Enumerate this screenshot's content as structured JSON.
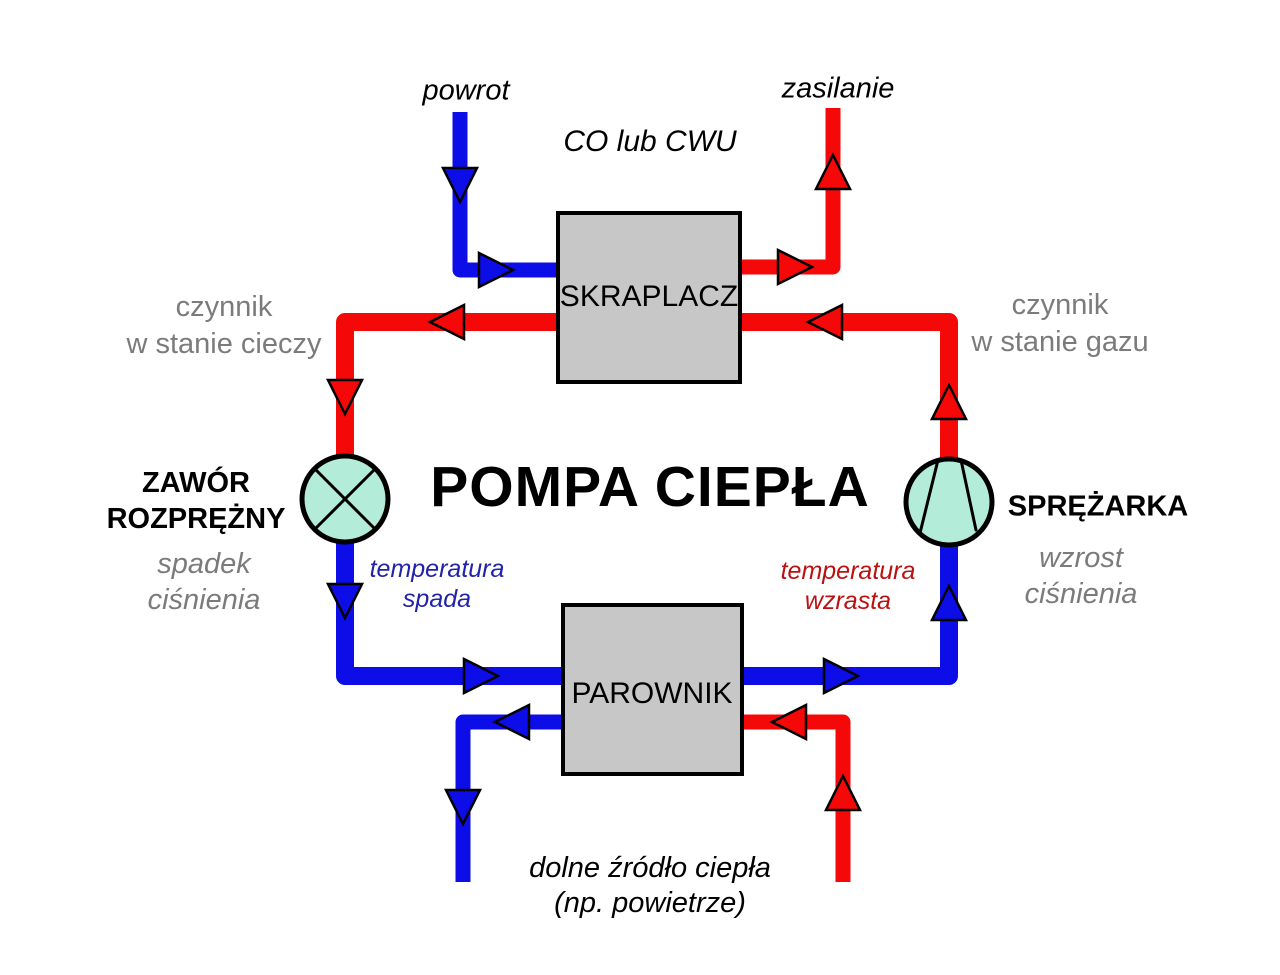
{
  "title": "POMPA CIEPŁA",
  "colors": {
    "hot_pipe": "#f40808",
    "cold_pipe": "#0d0de8",
    "component_fill": "#b3ecd9",
    "box_fill": "#c7c7c7",
    "muted_text": "#7b7b7b",
    "cold_text": "#2222aa",
    "hot_text": "#bb1111"
  },
  "top_circuit": {
    "return_label": "powrot",
    "supply_label": "zasilanie",
    "system_label": "CO lub CWU"
  },
  "components": {
    "condenser": "SKRAPLACZ",
    "evaporator": "PAROWNIK",
    "compressor": "SPRĘŻARKA",
    "expansion_valve": {
      "line1": "ZAWÓR",
      "line2": "ROZPRĘŻNY"
    }
  },
  "state_labels": {
    "liquid": {
      "line1": "czynnik",
      "line2": "w stanie cieczy"
    },
    "gas": {
      "line1": "czynnik",
      "line2": "w stanie gazu"
    }
  },
  "process_labels": {
    "pressure_drop": {
      "line1": "spadek",
      "line2": "ciśnienia"
    },
    "pressure_rise": {
      "line1": "wzrost",
      "line2": "ciśnienia"
    },
    "temp_drop": {
      "line1": "temperatura",
      "line2": "spada"
    },
    "temp_rise": {
      "line1": "temperatura",
      "line2": "wzrasta"
    }
  },
  "bottom_circuit": {
    "line1": "dolne źródło ciepła",
    "line2": "(np. powietrze)"
  }
}
